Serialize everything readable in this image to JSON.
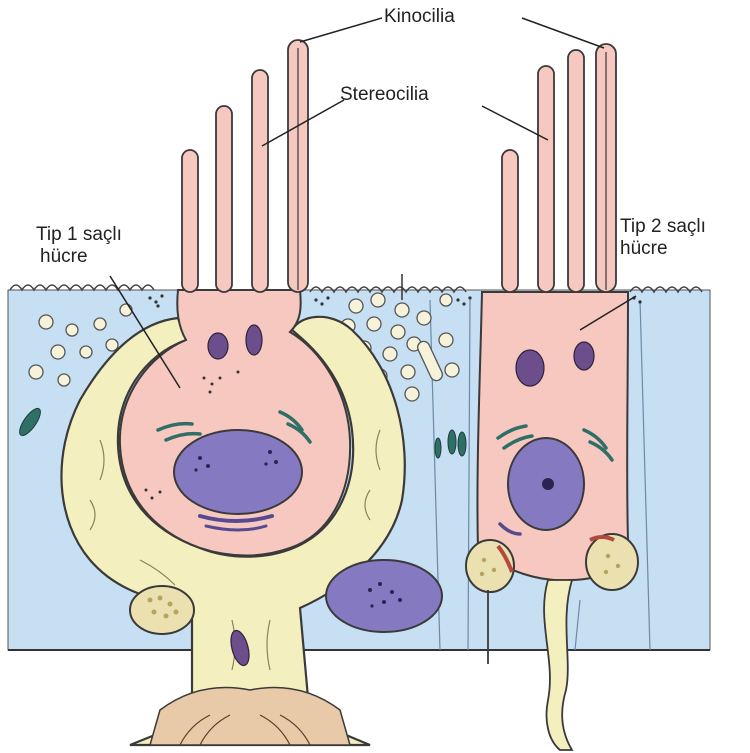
{
  "labels": {
    "kinocilia": "Kinocilia",
    "stereocilia": "Stereocilia",
    "type1": {
      "line1": "Tip 1 saçlı",
      "line2": "hücre"
    },
    "type2": {
      "line1": "Tip 2 saçlı",
      "line2": "hücre"
    }
  },
  "colors": {
    "background": "#ffffff",
    "epithelium": "#c6dff2",
    "hair_cell": "#f6c8c0",
    "nerve_calyx": "#f4efbe",
    "nucleus": "#8579c2",
    "mitochondria": "#6d4e8c",
    "green_organelles": "#2f6f66",
    "outline": "#3a3a3a"
  }
}
